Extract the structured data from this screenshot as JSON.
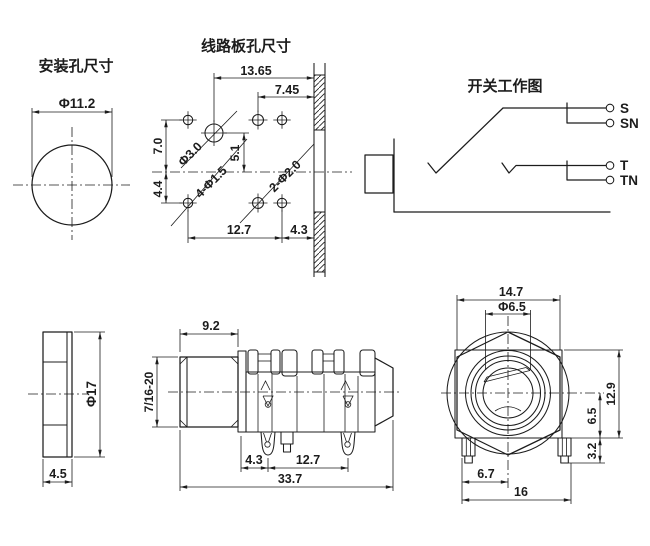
{
  "app": {
    "background": "#ffffff",
    "line_color": "#1c1c1c"
  },
  "views": {
    "mounting_hole": {
      "title": "安装孔尺寸",
      "dia": "Φ11.2"
    },
    "pcb_holes": {
      "title": "线路板孔尺寸",
      "top_width": "13.65",
      "top_width2": "7.45",
      "upper_height": "7.0",
      "lower_height": "4.4",
      "hole_offset": "5.1",
      "big_hole": "Φ3.0",
      "small_holes": "4-Φ1.5",
      "mid_holes": "2-Φ2.0",
      "bottom_width": "12.7",
      "edge_gap": "4.3"
    },
    "switch": {
      "title": "开关工作图",
      "t1": "S",
      "t2": "SN",
      "t3": "T",
      "t4": "TN"
    },
    "nut": {
      "dia": "Φ17",
      "thickness": "4.5"
    },
    "side": {
      "thread_length": "9.2",
      "thread_spec": "7/16-20",
      "lug_offset": "4.3",
      "lug_pitch": "12.7",
      "total_length": "33.7"
    },
    "front": {
      "width_flats": "14.7",
      "hole_dia": "Φ6.5",
      "body_height": "12.9",
      "half_height": "6.5",
      "lug_length": "3.2",
      "lug_offset": "6.7",
      "body_width": "16"
    }
  }
}
